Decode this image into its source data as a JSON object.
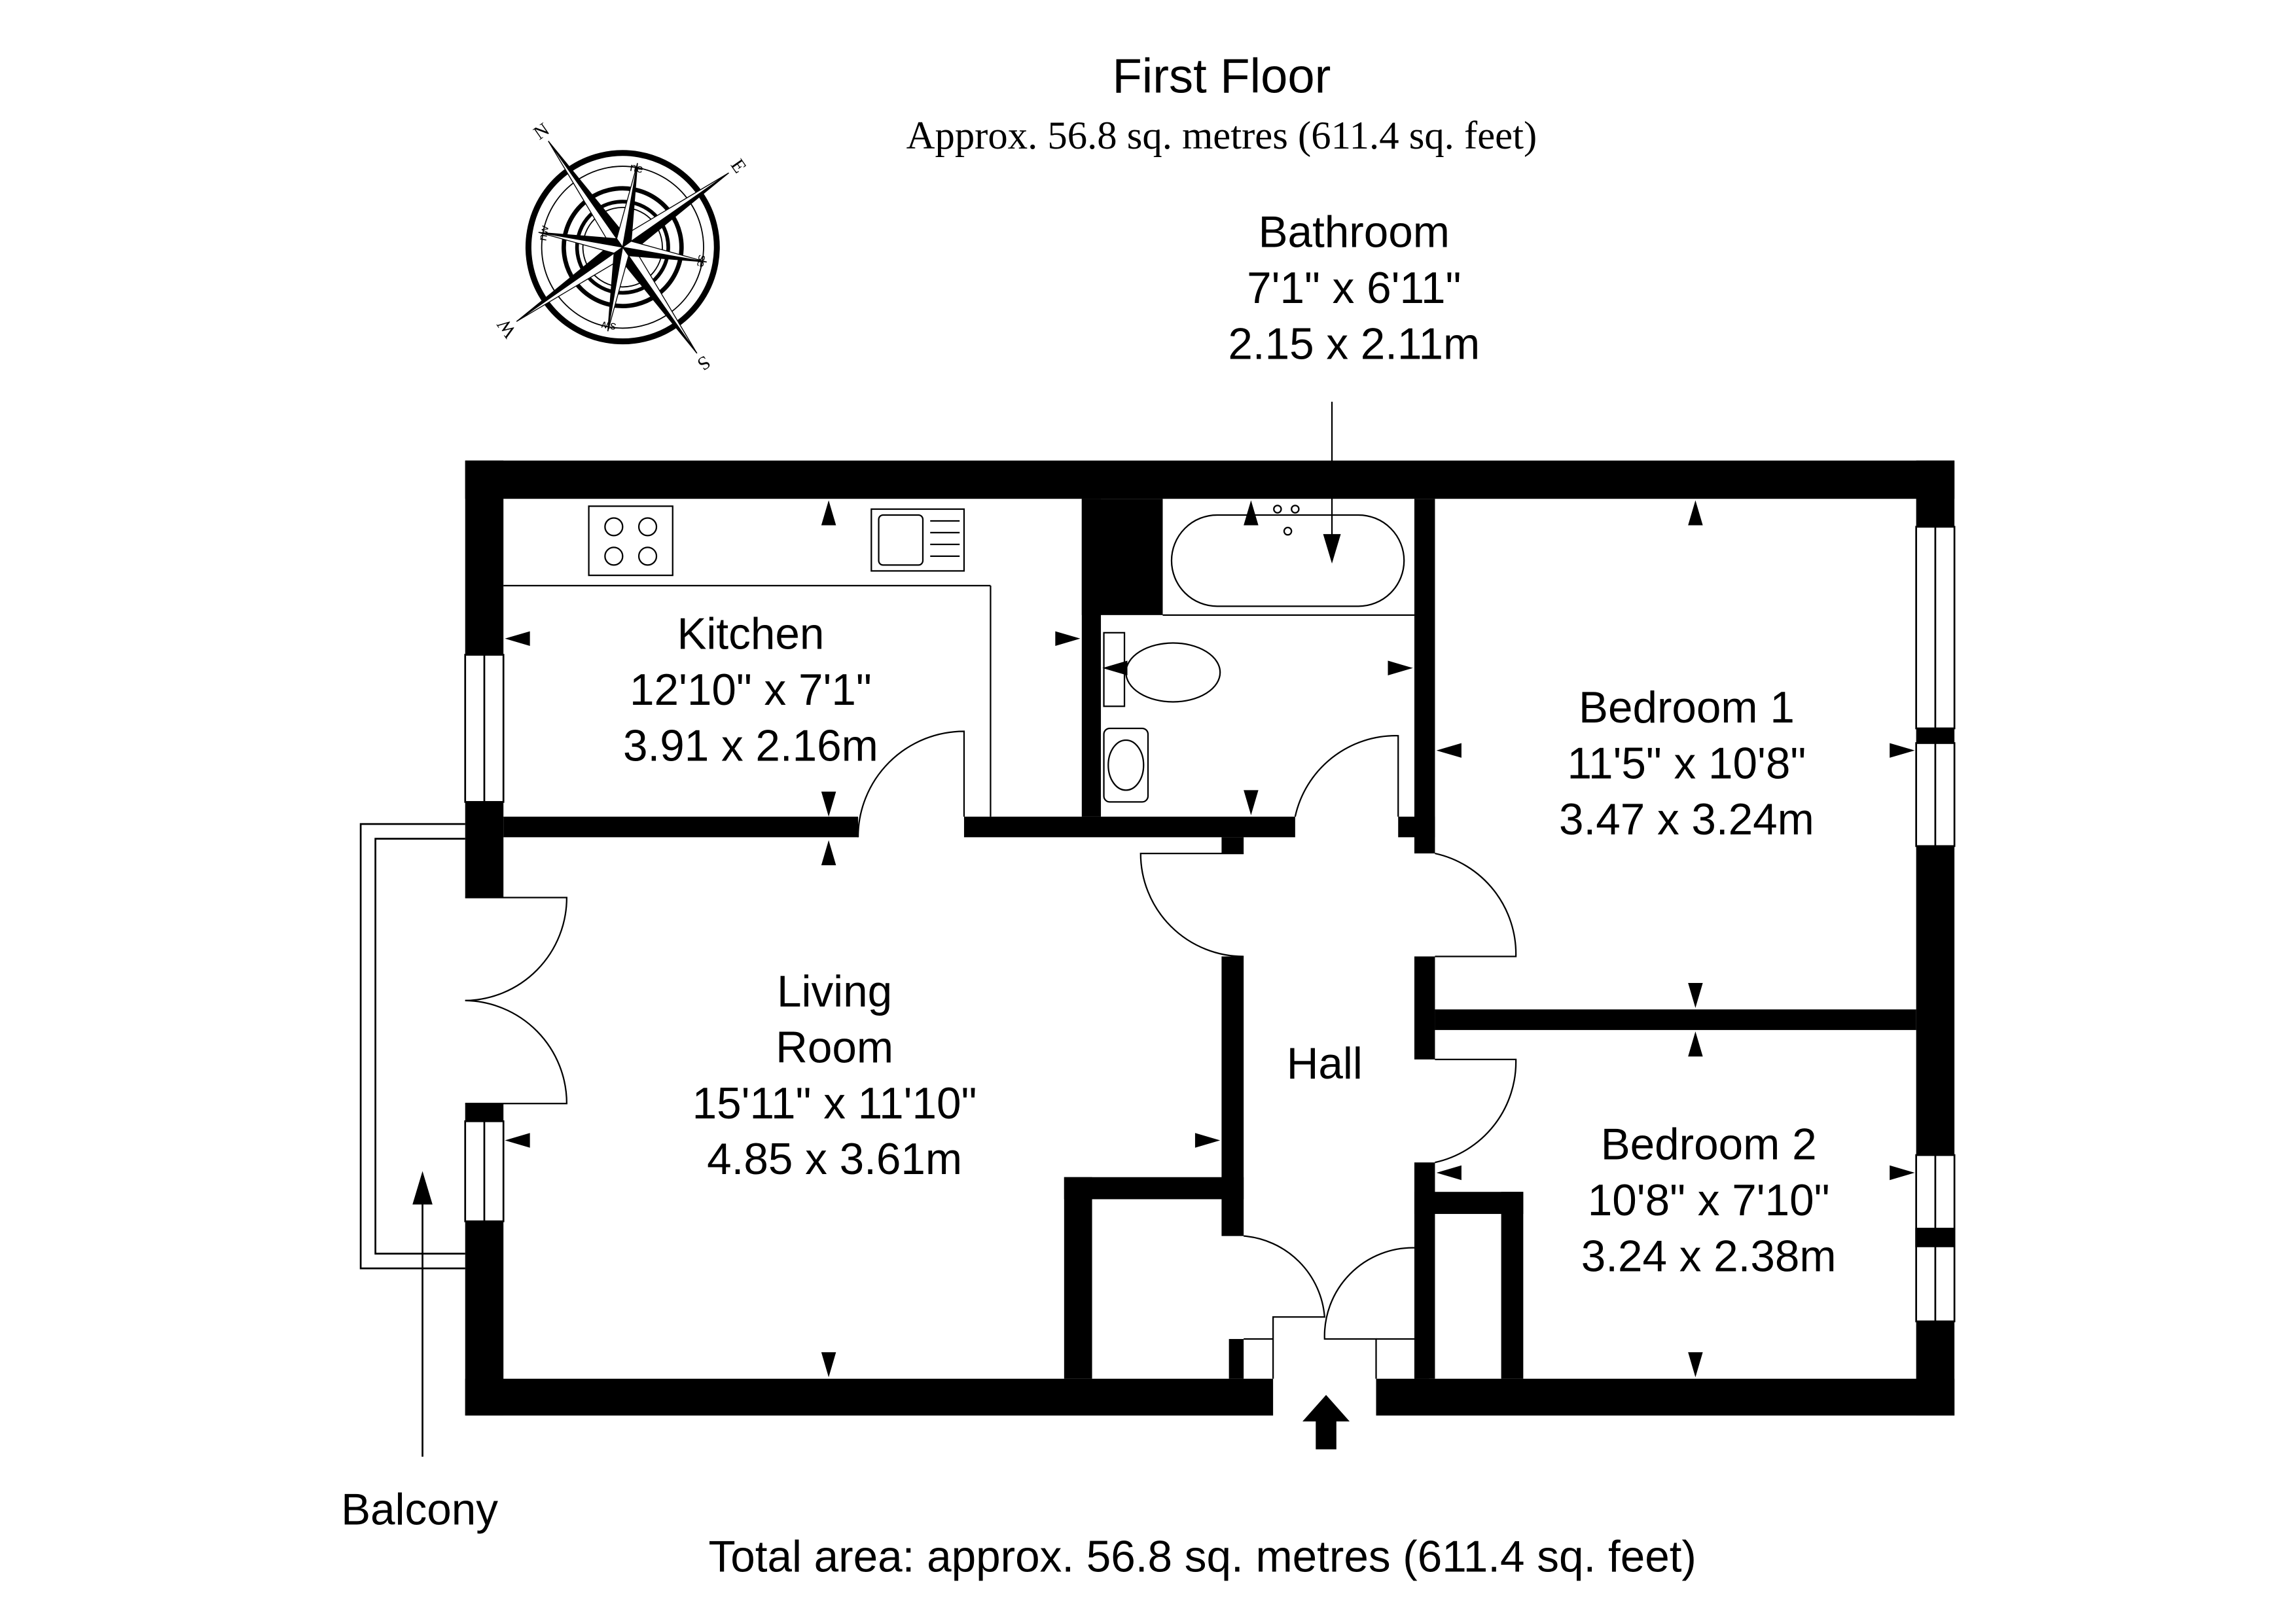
{
  "header": {
    "title": "First Floor",
    "subtitle": "Approx. 56.8 sq. metres (611.4 sq. feet)"
  },
  "compass": {
    "cardinals": {
      "n": "N",
      "e": "E",
      "s": "S",
      "w": "W"
    },
    "intercardinals": {
      "ne": "ne",
      "se": "se",
      "sw": "sw",
      "nw": "nw"
    }
  },
  "rooms": {
    "bathroom": {
      "name": "Bathroom",
      "imperial": "7'1\" x 6'11\"",
      "metric": "2.15 x 2.11m"
    },
    "kitchen": {
      "name": "Kitchen",
      "imperial": "12'10\" x 7'1\"",
      "metric": "3.91 x 2.16m"
    },
    "bedroom1": {
      "name": "Bedroom 1",
      "imperial": "11'5\" x 10'8\"",
      "metric": "3.47 x 3.24m"
    },
    "living": {
      "name_line1": "Living",
      "name_line2": "Room",
      "imperial": "15'11\" x 11'10\"",
      "metric": "4.85 x 3.61m"
    },
    "hall": {
      "name": "Hall"
    },
    "bedroom2": {
      "name": "Bedroom 2",
      "imperial": "10'8\" x 7'10\"",
      "metric": "3.24 x 2.38m"
    },
    "balcony": {
      "name": "Balcony"
    }
  },
  "footer": {
    "total": "Total area: approx. 56.8 sq. metres (611.4 sq. feet)"
  },
  "colors": {
    "wall": "#000000",
    "background": "#ffffff"
  }
}
